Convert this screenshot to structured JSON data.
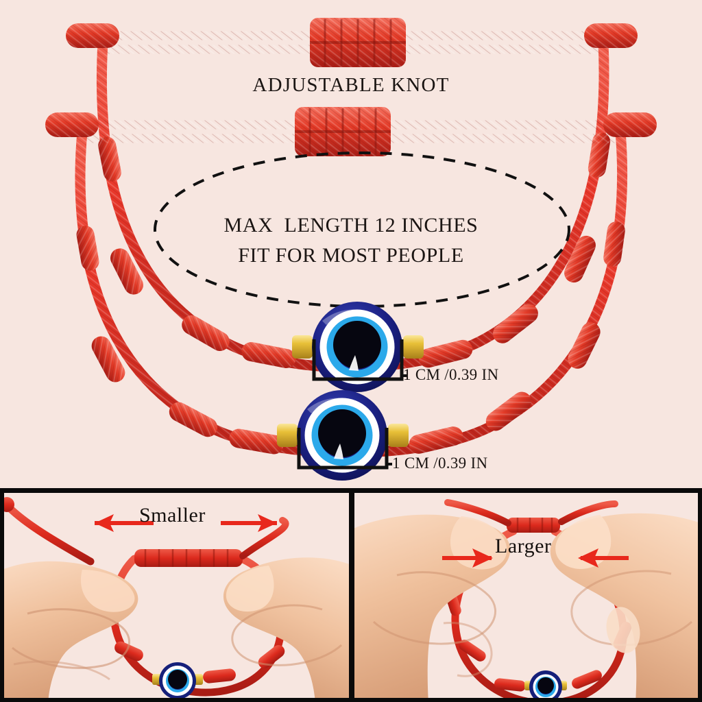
{
  "page": {
    "background_color": "#f7e6e0",
    "cord_color": "#e8372a",
    "accent_red": "#e8281c",
    "bead_navy": "#1b1f84",
    "bead_cyan": "#1aa8e8",
    "bead_white": "#ffffff",
    "bead_black": "#060610",
    "gold_color": "#e2b828",
    "text_color": "#1b1513",
    "divider_color": "#0a0a0a"
  },
  "top_panel": {
    "title": "ADJUSTABLE KNOT",
    "callout_oval": {
      "line_1": "MAX  LENGTH 12 INCHES",
      "line_2": "FIT FOR MOST PEOPLE",
      "style": "dashed-ellipse"
    },
    "measurements": [
      {
        "label": "1 CM /0.39 IN"
      },
      {
        "label": "1 CM /0.39 IN"
      }
    ],
    "bracelets": [
      {
        "name": "bracelet-top",
        "bead": "evil-eye-bead"
      },
      {
        "name": "bracelet-bottom",
        "bead": "evil-eye-bead"
      }
    ]
  },
  "bottom_panels": [
    {
      "name": "panel-smaller",
      "label": "Smaller",
      "arrow_left": "arrow-left-icon",
      "arrow_right": "arrow-right-icon",
      "direction": "outward"
    },
    {
      "name": "panel-larger",
      "label": "Larger",
      "arrow_left": "arrow-right-icon",
      "arrow_right": "arrow-left-icon",
      "direction": "inward"
    }
  ]
}
